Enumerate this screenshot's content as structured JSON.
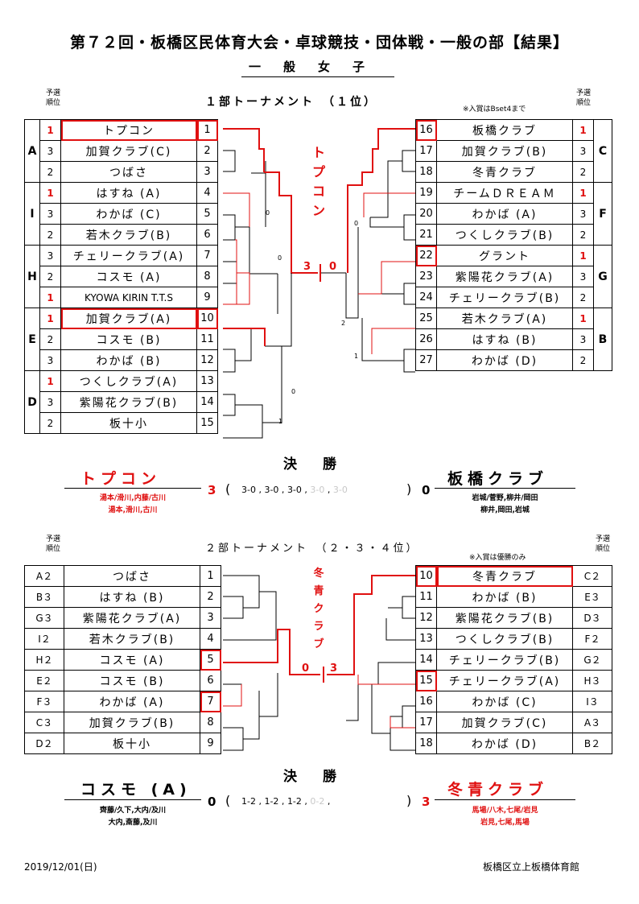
{
  "title": "第７２回・板橋区民体育大会・卓球競技・団体戦・一般の部【結果】",
  "subtitle": "一般女子",
  "yosen_label_1": "予選",
  "yosen_label_2": "順位",
  "section1": {
    "title": "１部トーナメント　（１位）",
    "note": "※入賞はBset4まで",
    "left": [
      {
        "group": "A",
        "rank": "1",
        "name": "トプコン",
        "num": "1"
      },
      {
        "group": "",
        "rank": "3",
        "name": "加賀クラブ(C)",
        "num": "2"
      },
      {
        "group": "",
        "rank": "2",
        "name": "つばさ",
        "num": "3"
      },
      {
        "group": "I",
        "rank": "1",
        "name": "はすね (A)",
        "num": "4"
      },
      {
        "group": "",
        "rank": "3",
        "name": "わかば (C)",
        "num": "5"
      },
      {
        "group": "",
        "rank": "2",
        "name": "若木クラブ(B)",
        "num": "6"
      },
      {
        "group": "H",
        "rank": "3",
        "name": "チェリークラブ(A)",
        "num": "7"
      },
      {
        "group": "",
        "rank": "2",
        "name": "コスモ (A)",
        "num": "8"
      },
      {
        "group": "",
        "rank": "1",
        "name": "KYOWA KIRIN T.T.S",
        "num": "9"
      },
      {
        "group": "E",
        "rank": "1",
        "name": "加賀クラブ(A)",
        "num": "10"
      },
      {
        "group": "",
        "rank": "2",
        "name": "コスモ (B)",
        "num": "11"
      },
      {
        "group": "",
        "rank": "3",
        "name": "わかば (B)",
        "num": "12"
      },
      {
        "group": "D",
        "rank": "1",
        "name": "つくしクラブ(A)",
        "num": "13"
      },
      {
        "group": "",
        "rank": "3",
        "name": "紫陽花クラブ(B)",
        "num": "14"
      },
      {
        "group": "",
        "rank": "2",
        "name": "板十小",
        "num": "15"
      }
    ],
    "right": [
      {
        "group": "C",
        "rank": "1",
        "name": "板橋クラブ",
        "num": "16"
      },
      {
        "group": "",
        "rank": "3",
        "name": "加賀クラブ(B)",
        "num": "17"
      },
      {
        "group": "",
        "rank": "2",
        "name": "冬青クラブ",
        "num": "18"
      },
      {
        "group": "F",
        "rank": "1",
        "name": "チームＤＲＥＡＭ",
        "num": "19"
      },
      {
        "group": "",
        "rank": "3",
        "name": "わかば (A)",
        "num": "20"
      },
      {
        "group": "",
        "rank": "2",
        "name": "つくしクラブ(B)",
        "num": "21"
      },
      {
        "group": "G",
        "rank": "1",
        "name": "グラント",
        "num": "22"
      },
      {
        "group": "",
        "rank": "3",
        "name": "紫陽花クラブ(A)",
        "num": "23"
      },
      {
        "group": "",
        "rank": "2",
        "name": "チェリークラブ(B)",
        "num": "24"
      },
      {
        "group": "B",
        "rank": "1",
        "name": "若木クラブ(A)",
        "num": "25"
      },
      {
        "group": "",
        "rank": "3",
        "name": "はすね (B)",
        "num": "26"
      },
      {
        "group": "",
        "rank": "2",
        "name": "わかば (D)",
        "num": "27"
      }
    ],
    "winner_vertical": [
      "ト",
      "プ",
      "コ",
      "ン"
    ],
    "center_score_left": "3",
    "center_score_right": "0",
    "bracket_scores": {
      "l1": "0",
      "l2": "0",
      "l3": "0",
      "l4": "1",
      "r1": "0",
      "r2": "2",
      "r3": "1"
    },
    "final": {
      "label": "決勝",
      "left_team": "トプコン",
      "left_score": "3",
      "left_members_1": "湯本/滑川,内藤/古川",
      "left_members_2": "湯本,滑川,古川",
      "sets_open": "(",
      "sets": [
        "3-0",
        "3-0",
        "3-0",
        "3-0",
        "3-0"
      ],
      "sets_close": ")",
      "right_team": "板橋クラブ",
      "right_score": "0",
      "right_members_1": "岩城/菅野,柳井/岡田",
      "right_members_2": "柳井,岡田,岩城"
    }
  },
  "section2": {
    "title": "２部トーナメント　（２・３・４位）",
    "note": "※入賞は優勝のみ",
    "left": [
      {
        "group": "A２",
        "name": "つばさ",
        "num": "1"
      },
      {
        "group": "B３",
        "name": "はすね (B)",
        "num": "2"
      },
      {
        "group": "G３",
        "name": "紫陽花クラブ(A)",
        "num": "3"
      },
      {
        "group": "I２",
        "name": "若木クラブ(B)",
        "num": "4"
      },
      {
        "group": "H２",
        "name": "コスモ (A)",
        "num": "5"
      },
      {
        "group": "E２",
        "name": "コスモ (B)",
        "num": "6"
      },
      {
        "group": "F３",
        "name": "わかば (A)",
        "num": "7"
      },
      {
        "group": "C３",
        "name": "加賀クラブ(B)",
        "num": "8"
      },
      {
        "group": "D２",
        "name": "板十小",
        "num": "9"
      }
    ],
    "right": [
      {
        "group": "C２",
        "name": "冬青クラブ",
        "num": "10"
      },
      {
        "group": "E３",
        "name": "わかば (B)",
        "num": "11"
      },
      {
        "group": "D３",
        "name": "紫陽花クラブ(B)",
        "num": "12"
      },
      {
        "group": "F２",
        "name": "つくしクラブ(B)",
        "num": "13"
      },
      {
        "group": "G２",
        "name": "チェリークラブ(B)",
        "num": "14"
      },
      {
        "group": "H３",
        "name": "チェリークラブ(A)",
        "num": "15"
      },
      {
        "group": "I３",
        "name": "わかば (C)",
        "num": "16"
      },
      {
        "group": "A３",
        "name": "加賀クラブ(C)",
        "num": "17"
      },
      {
        "group": "B２",
        "name": "わかば (D)",
        "num": "18"
      }
    ],
    "winner_vertical": [
      "冬",
      "青",
      "ク",
      "ラ",
      "ブ"
    ],
    "center_score_left": "0",
    "center_score_right": "3",
    "final": {
      "label": "決勝",
      "left_team": "コスモ (A)",
      "left_score": "0",
      "left_members_1": "齊藤/久下,大内/及川",
      "left_members_2": "大内,斎藤,及川",
      "sets_open": "(",
      "sets": [
        "1-2",
        "1-2",
        "1-2",
        "0-2"
      ],
      "sets_close": ")",
      "right_team": "冬青クラブ",
      "right_score": "3",
      "right_members_1": "馬場/八木,七尾/岩見",
      "right_members_2": "岩見,七尾,馬場"
    }
  },
  "footer": {
    "date": "2019/12/01(日)",
    "venue": "板橋区立上板橋体育館"
  },
  "colors": {
    "accent": "#e01010",
    "line": "#000000",
    "faded": "#c8c8c8"
  }
}
